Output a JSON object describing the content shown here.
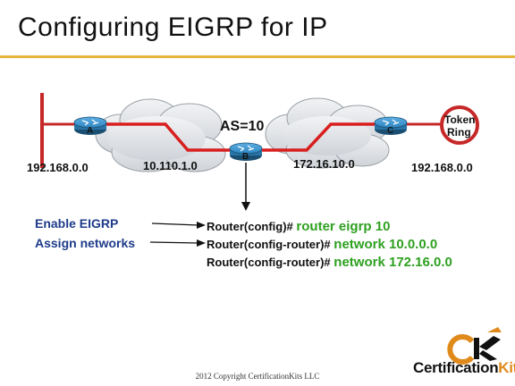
{
  "slide": {
    "title": "Configuring EIGRP for IP"
  },
  "diagram": {
    "routers": [
      {
        "id": "A",
        "label": "A"
      },
      {
        "id": "B",
        "label": "B"
      },
      {
        "id": "C",
        "label": "C"
      }
    ],
    "token_ring": {
      "line1": "Token",
      "line2": "Ring"
    },
    "as_label": "AS=10",
    "networks": {
      "left_lan": "192.168.0.0",
      "link_ab": "10.110.1.0",
      "link_bc": "172.16.10.0",
      "right_lan": "192.168.0.0"
    },
    "colors": {
      "router_fill": "#2e86c1",
      "cloud_fill": "#e0e3e7",
      "serial_link": "#d81e1e",
      "ethernet": "#c62828",
      "token_ring": "#c62828"
    }
  },
  "commands": {
    "enable_label": "Enable EIGRP",
    "assign_label": "Assign networks",
    "lines": [
      {
        "prefix": "Router(config)#",
        "keyword": "router eigrp 10"
      },
      {
        "prefix": "Router(config-router)#",
        "keyword": "network 10.0.0.0"
      },
      {
        "prefix": "Router(config-router)#",
        "keyword": "network 172.16.0.0"
      }
    ]
  },
  "footer": {
    "copyright": "2012 Copyright CertificationKits LLC"
  },
  "logo": {
    "brand_prefix": "Certification",
    "brand_suffix": "Kits"
  }
}
